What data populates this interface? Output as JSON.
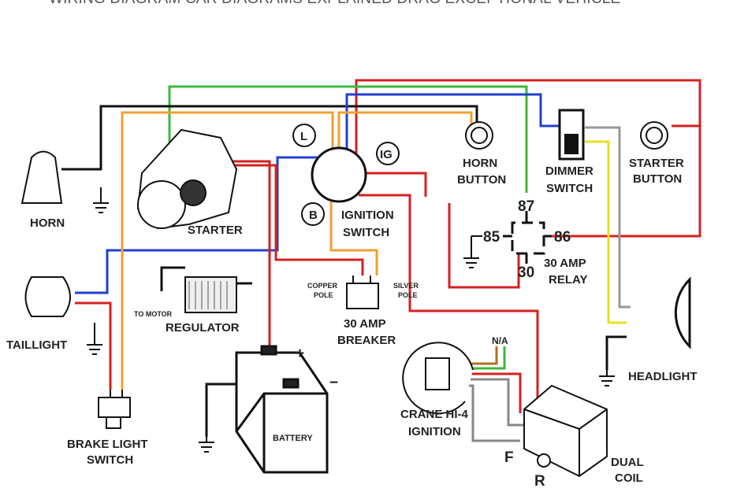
{
  "caption": "WIRING DIAGRAM CAR DIAGRAMS EXPLAINED DRAG EXCEPTIONAL VEHICLE",
  "colors": {
    "red": "#d42020",
    "green": "#3cb83c",
    "blue": "#2040d0",
    "orange": "#f0a030",
    "black": "#111111",
    "yellow": "#e8e020"
  },
  "labels": {
    "horn": "HORN",
    "starter": "STARTER",
    "ignition_l": "L",
    "ignition_ig": "IG",
    "ignition_b": "B",
    "ignition_switch_1": "IGNITION",
    "ignition_switch_2": "SWITCH",
    "horn_button_1": "HORN",
    "horn_button_2": "BUTTON",
    "dimmer_switch_1": "DIMMER",
    "dimmer_switch_2": "SWITCH",
    "starter_button_1": "STARTER",
    "starter_button_2": "BUTTON",
    "relay_87": "87",
    "relay_85": "85",
    "relay_86": "86",
    "relay_30": "30",
    "relay_1": "30 AMP",
    "relay_2": "RELAY",
    "headlight": "HEADLIGHT",
    "taillight": "TAILLIGHT",
    "to_motor": "TO MOTOR",
    "regulator": "REGULATOR",
    "copper_pole_1": "COPPER",
    "copper_pole_2": "POLE",
    "silver_pole_1": "SILVER",
    "silver_pole_2": "POLE",
    "breaker_1": "30 AMP",
    "breaker_2": "BREAKER",
    "battery_plus": "+",
    "battery_minus": "−",
    "battery": "BATTERY",
    "brake_light_1": "BRAKE LIGHT",
    "brake_light_2": "SWITCH",
    "na": "N/A",
    "crane_1": "CRANE HI-4",
    "crane_2": "IGNITION",
    "coil_f": "F",
    "coil_r": "R",
    "coil_1": "DUAL",
    "coil_2": "COIL"
  }
}
